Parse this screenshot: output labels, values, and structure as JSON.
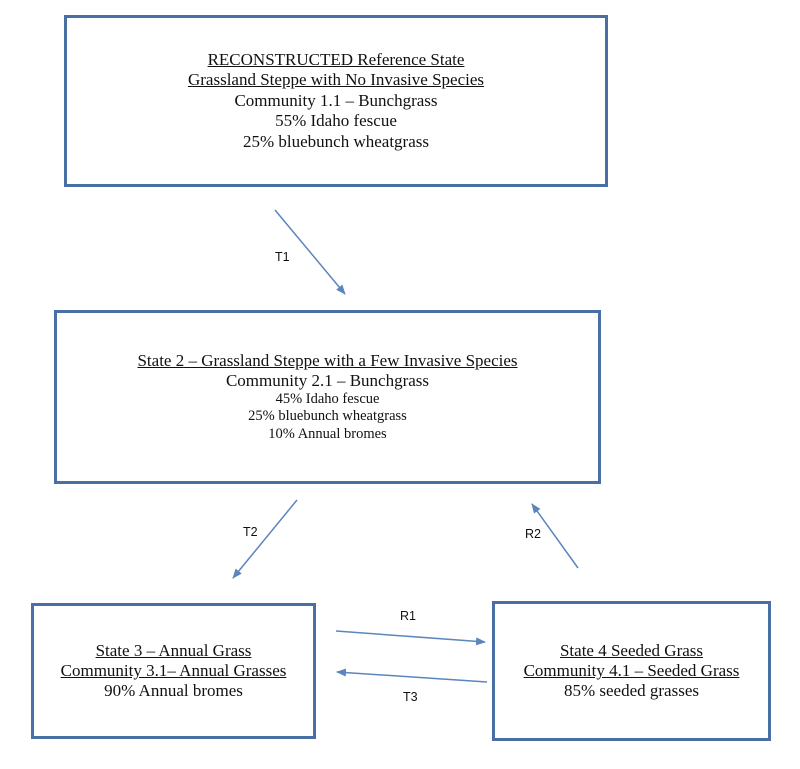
{
  "states": [
    {
      "title": "RECONSTRUCTED Reference State",
      "subtitle": "Grassland Steppe with No Invasive Species",
      "community": "Community 1.1 – Bunchgrass",
      "species": [
        "55% Idaho fescue",
        "25% bluebunch wheatgrass"
      ]
    },
    {
      "title": "State 2 – Grassland Steppe with a Few Invasive Species",
      "community": "Community 2.1 – Bunchgrass",
      "species": [
        "45% Idaho fescue",
        "25% bluebunch wheatgrass",
        "10% Annual bromes"
      ]
    },
    {
      "title": "State 3 – Annual Grass",
      "community": "Community 3.1– Annual Grasses",
      "species": [
        "90% Annual bromes"
      ]
    },
    {
      "title": "State 4 Seeded Grass",
      "community": "Community 4.1 – Seeded Grass",
      "species": [
        "85% seeded grasses"
      ]
    }
  ],
  "transitions": {
    "t1": "T1",
    "t2": "T2",
    "t3": "T3",
    "r1": "R1",
    "r2": "R2"
  },
  "colors": {
    "box_border": "#4a6fa5",
    "arrow": "#5b86bd",
    "text": "#111111"
  }
}
